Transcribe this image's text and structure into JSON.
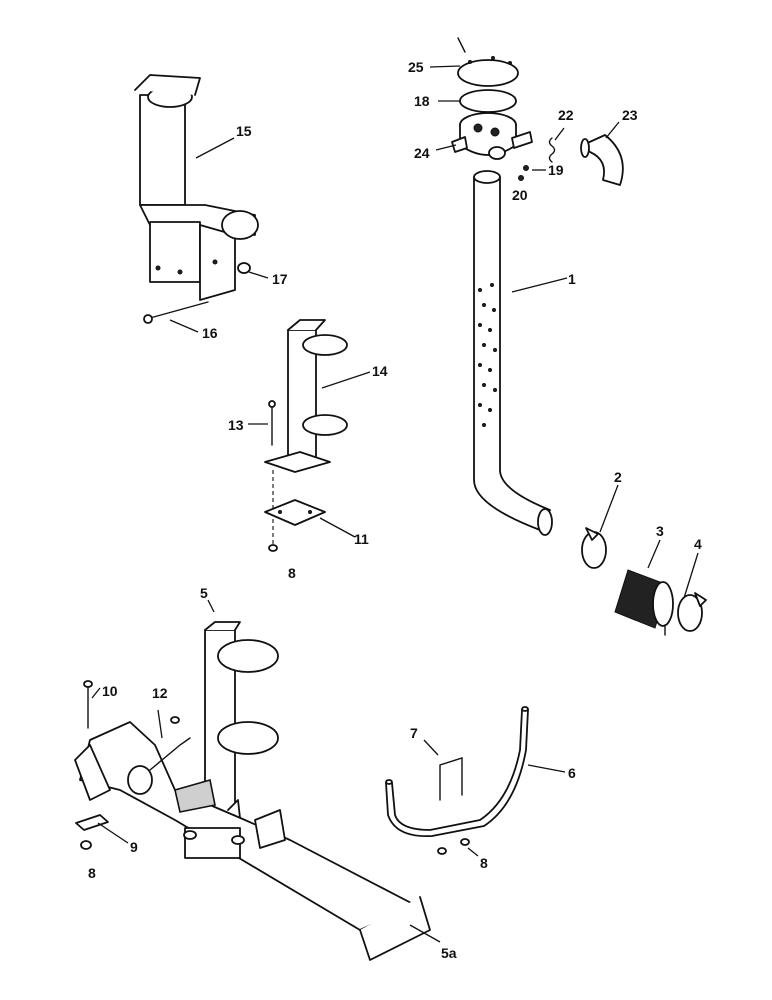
{
  "labels": {
    "l1": "1",
    "l2": "2",
    "l3": "3",
    "l4": "4",
    "l5": "5",
    "l5a": "5a",
    "l6": "6",
    "l7": "7",
    "l8a": "8",
    "l8b": "8",
    "l8c": "8",
    "l9": "9",
    "l10": "10",
    "l11": "11",
    "l12": "12",
    "l13": "13",
    "l14": "14",
    "l15": "15",
    "l16": "16",
    "l17": "17",
    "l18": "18",
    "l19": "19",
    "l20": "20",
    "l22": "22",
    "l23": "23",
    "l24": "24",
    "l25": "25"
  },
  "colors": {
    "line": "#111111",
    "background": "#ffffff",
    "shade": "#cfcfcf"
  }
}
